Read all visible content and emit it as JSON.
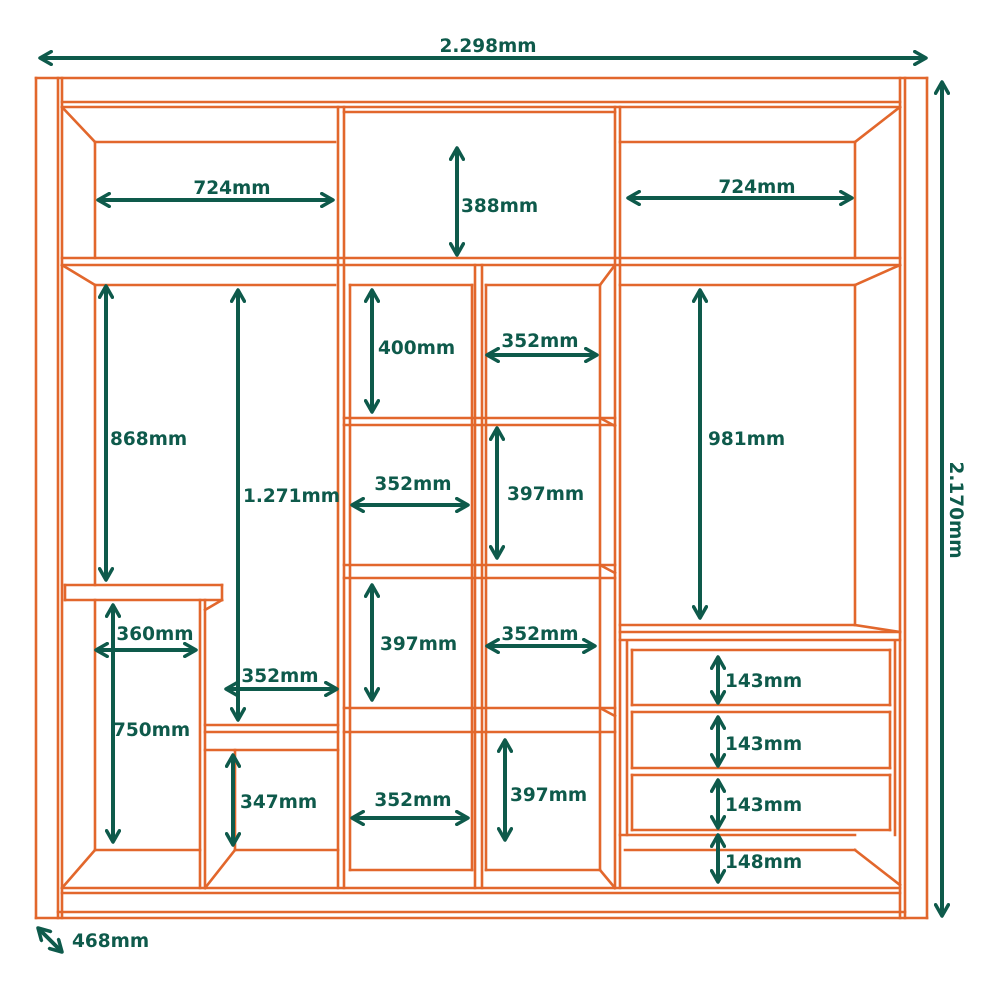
{
  "colors": {
    "structure": "#e2672c",
    "dimension": "#0e5a4b",
    "background": "#ffffff"
  },
  "dimensions": {
    "overall_width": "2.298mm",
    "overall_height": "2.170mm",
    "depth": "468mm",
    "top_left_width": "724mm",
    "top_middle_height": "388mm",
    "top_right_width": "724mm",
    "left_hanging_height": "868mm",
    "left_long_hanging_height": "1.271mm",
    "middle_shelf_1_height": "400mm",
    "middle_shelf_1_width": "352mm",
    "right_hanging_height": "981mm",
    "middle_shelf_2_width": "352mm",
    "middle_shelf_2_height": "397mm",
    "left_lower_width": "360mm",
    "left_lower_height": "750mm",
    "middle_shelf_3_height": "397mm",
    "middle_shelf_3_width": "352mm",
    "left_inner_width": "352mm",
    "drawer_1_height": "143mm",
    "drawer_2_height": "143mm",
    "drawer_3_height": "143mm",
    "plinth_drawer_gap": "148mm",
    "left_bottom_height": "347mm",
    "middle_shelf_4_width": "352mm",
    "middle_shelf_4_height": "397mm"
  }
}
